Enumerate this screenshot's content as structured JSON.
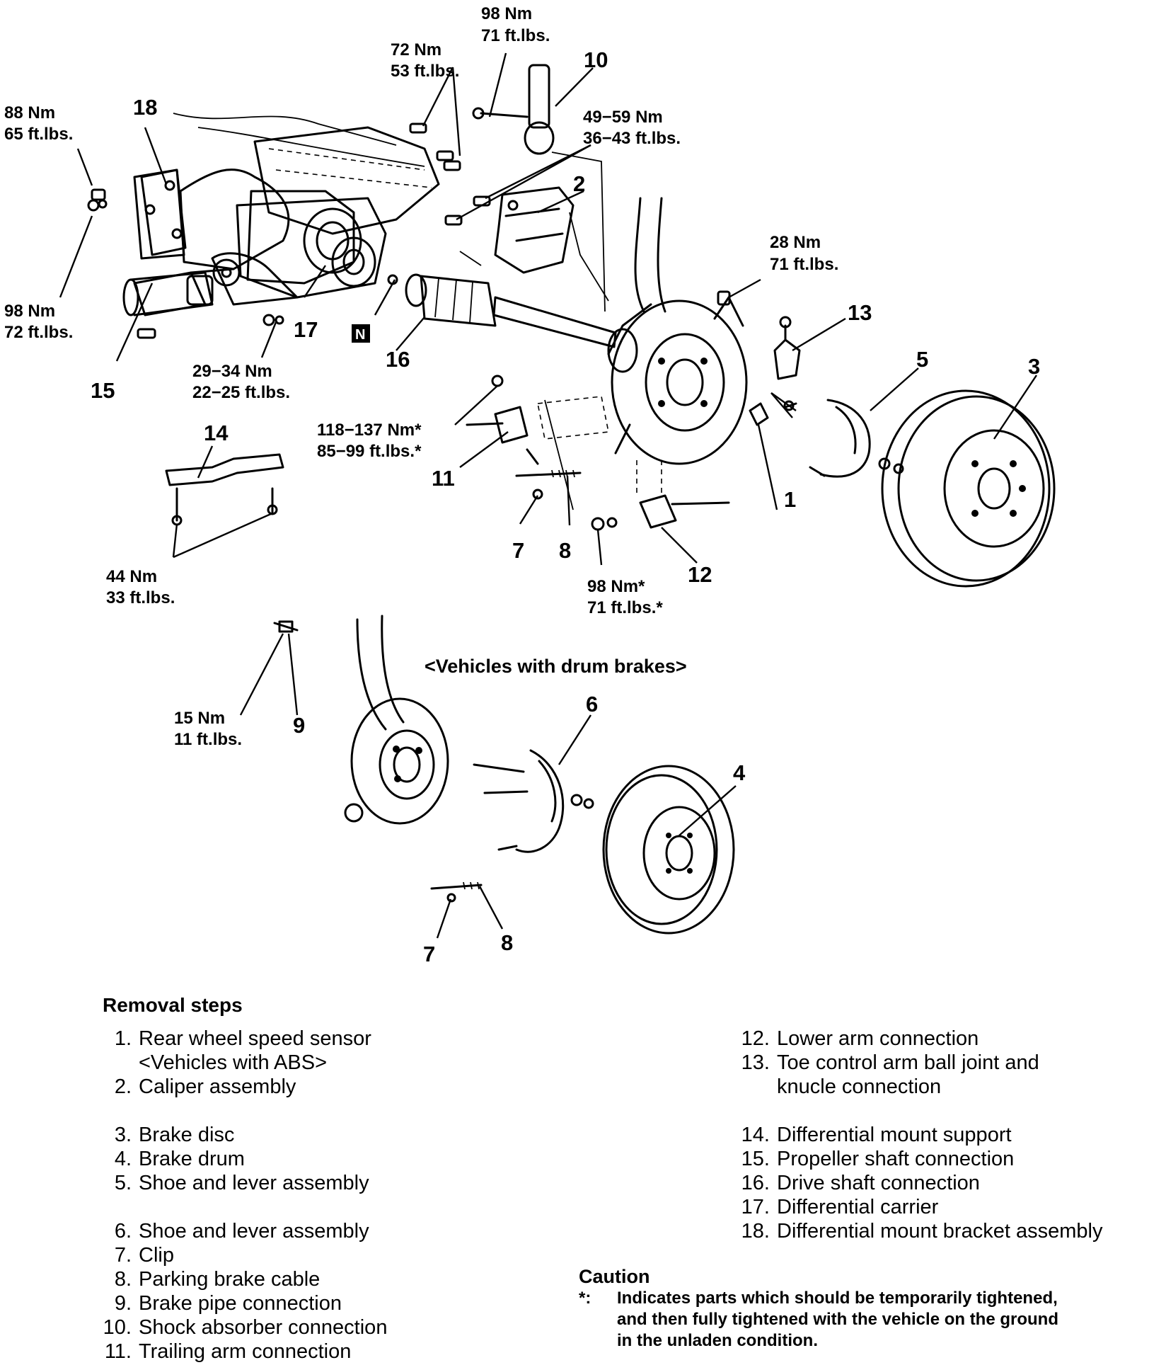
{
  "torques": {
    "t1": {
      "nm": "98 Nm",
      "ft": "71 ft.lbs."
    },
    "t2": {
      "nm": "72 Nm",
      "ft": "53 ft.lbs."
    },
    "t3": {
      "nm": "88 Nm",
      "ft": "65 ft.lbs."
    },
    "t4": {
      "nm": "49−59 Nm",
      "ft": "36−43 ft.lbs."
    },
    "t5": {
      "nm": "28 Nm",
      "ft": "71 ft.lbs."
    },
    "t6": {
      "nm": "98 Nm",
      "ft": "72 ft.lbs."
    },
    "t7": {
      "nm": "29−34 Nm",
      "ft": "22−25 ft.lbs."
    },
    "t8": {
      "nm": "118−137 Nm*",
      "ft": "85−99 ft.lbs.*"
    },
    "t9": {
      "nm": "44 Nm",
      "ft": "33 ft.lbs."
    },
    "t10": {
      "nm": "98 Nm*",
      "ft": "71 ft.lbs.*"
    },
    "t11": {
      "nm": "15 Nm",
      "ft": "11 ft.lbs."
    }
  },
  "callouts": {
    "c1": "1",
    "c2": "2",
    "c3": "3",
    "c4": "4",
    "c5": "5",
    "c6": "6",
    "c7a": "7",
    "c7b": "7",
    "c8a": "8",
    "c8b": "8",
    "c9": "9",
    "c10": "10",
    "c11": "11",
    "c12": "12",
    "c13": "13",
    "c14": "14",
    "c15": "15",
    "c16": "16",
    "c17": "17",
    "c18": "18"
  },
  "n_badge": "N",
  "drum_brakes_label": "<Vehicles with drum brakes>",
  "legend": {
    "title": "Removal steps",
    "left": [
      {
        "num": "1.",
        "text": "Rear wheel speed sensor",
        "text2": "<Vehicles with ABS>"
      },
      {
        "num": "2.",
        "text": "Caliper assembly"
      },
      {
        "num": "3.",
        "text": "Brake disc"
      },
      {
        "num": "4.",
        "text": "Brake drum"
      },
      {
        "num": "5.",
        "text": "Shoe and lever assembly"
      },
      {
        "num": "6.",
        "text": "Shoe and lever assembly"
      },
      {
        "num": "7.",
        "text": "Clip"
      },
      {
        "num": "8.",
        "text": "Parking brake cable"
      },
      {
        "num": "9.",
        "text": "Brake pipe connection"
      },
      {
        "num": "10.",
        "text": "Shock absorber connection"
      },
      {
        "num": "11.",
        "text": "Trailing arm connection"
      }
    ],
    "right": [
      {
        "num": "12.",
        "text": "Lower arm connection"
      },
      {
        "num": "13.",
        "text": "Toe control arm ball joint and",
        "text2": "knucle connection"
      },
      {
        "num": "14.",
        "text": "Differential mount support"
      },
      {
        "num": "15.",
        "text": "Propeller shaft connection"
      },
      {
        "num": "16.",
        "text": "Drive shaft connection"
      },
      {
        "num": "17.",
        "text": "Differential carrier"
      },
      {
        "num": "18.",
        "text": "Differential mount bracket assembly"
      }
    ]
  },
  "caution": {
    "title": "Caution",
    "mark": "*:",
    "line1": "Indicates parts which should be temporarily tightened,",
    "line2": "and then fully tightened with the vehicle on the ground",
    "line3": "in the unladen condition."
  }
}
